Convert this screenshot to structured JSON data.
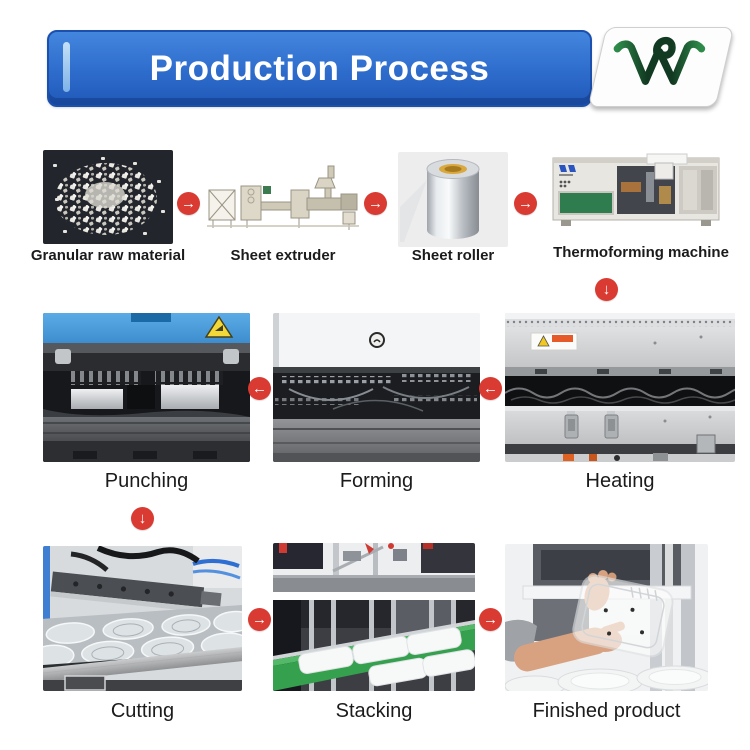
{
  "header": {
    "title": "Production Process",
    "title_color": "#ffffff",
    "banner_color_top": "#4386de",
    "banner_color_bottom": "#2059b8",
    "logo_icon": "green-w-logo",
    "logo_green_dark": "#143c23",
    "logo_green_light": "#238a44"
  },
  "glyphs": {
    "arrow_right": "→",
    "arrow_left": "←",
    "arrow_down": "↓"
  },
  "colors": {
    "arrow_red": "#d93a32",
    "conveyor_green": "#35a04e",
    "machine_panel_green": "#2f7d4e",
    "warning_yellow": "#f2d838",
    "page_background": "#ffffff"
  },
  "flow": {
    "rows": [
      {
        "direction": "right",
        "steps": [
          {
            "label": "Granular raw material",
            "photo": "granular-raw-material-photo"
          },
          {
            "label": "Sheet extruder",
            "photo": "sheet-extruder-photo"
          },
          {
            "label": "Sheet roller",
            "photo": "sheet-roller-photo"
          },
          {
            "label": "Thermoforming machine",
            "photo": "thermoforming-machine-photo"
          }
        ]
      },
      {
        "direction": "left",
        "steps": [
          {
            "label": "Punching",
            "photo": "punching-photo"
          },
          {
            "label": "Forming",
            "photo": "forming-photo"
          },
          {
            "label": "Heating",
            "photo": "heating-photo"
          }
        ]
      },
      {
        "direction": "right",
        "steps": [
          {
            "label": "Cutting",
            "photo": "cutting-photo"
          },
          {
            "label": "Stacking",
            "photo": "stacking-photo"
          },
          {
            "label": "Finished product",
            "photo": "finished-product-photo"
          }
        ]
      }
    ]
  }
}
